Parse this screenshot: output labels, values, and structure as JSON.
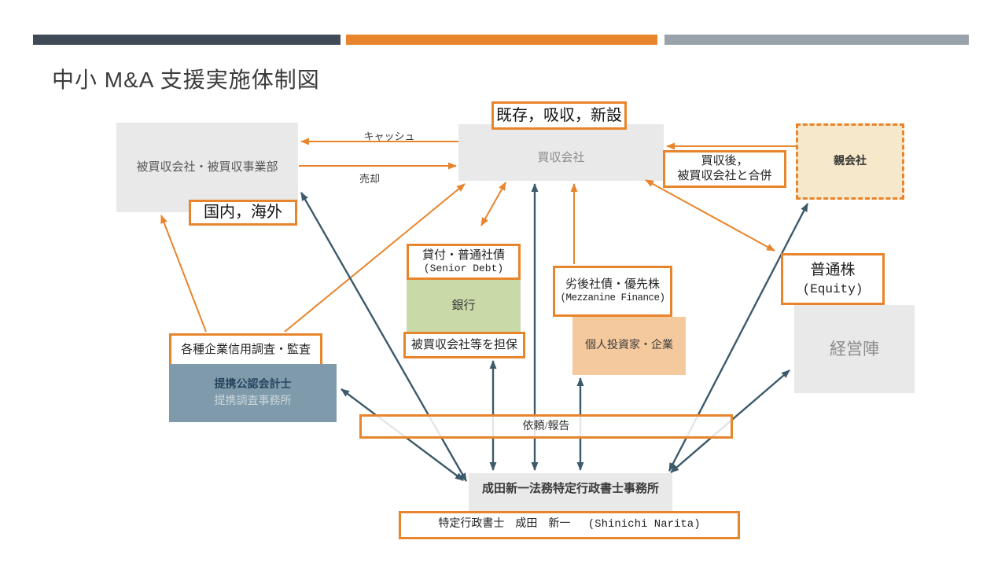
{
  "title": "中小 M&A 支援実施体制図",
  "nodes": {
    "target_company": "被買収会社・被買収事業部",
    "domestic_overseas": "国内，海外",
    "scheme_note": "既存，吸収，新設",
    "acquirer": "買収会社",
    "merge_note_line1": "買収後，",
    "merge_note_line2": "被買収会社と合併",
    "parent_company": "親会社",
    "senior_debt_line1": "貸付・普通社債",
    "senior_debt_line2": "(Senior Debt)",
    "bank": "銀行",
    "collateral_note": "被買収会社等を担保",
    "mezzanine_line1": "劣後社債・優先株",
    "mezzanine_line2": "(Mezzanine Finance)",
    "investors": "個人投資家・企業",
    "equity_line1": "普通株",
    "equity_line2": "(Equity)",
    "management": "経営陣",
    "credit_check": "各種企業信用調査・監査",
    "cpa_line1": "提携公認会計士",
    "cpa_line2": "提携調査事務所",
    "request_report": "依頼/報告",
    "office": "成田新一法務特定行政書士事務所",
    "representative": "特定行政書士　成田　新一　 (Shinichi Narita)"
  },
  "edge_labels": {
    "cash": "キャッシュ",
    "sale": "売却"
  },
  "colors": {
    "orange": "#E8842C",
    "slate_arrow": "#3D5A6B",
    "bar_dark": "#3F4A56",
    "bar_gray": "#99A2AB",
    "box_gray": "#E9E9E9",
    "box_green": "#C9D9A8",
    "box_peach": "#F5C99E",
    "box_tan": "#F6E8CA",
    "box_bluegray": "#7F9BAB"
  }
}
